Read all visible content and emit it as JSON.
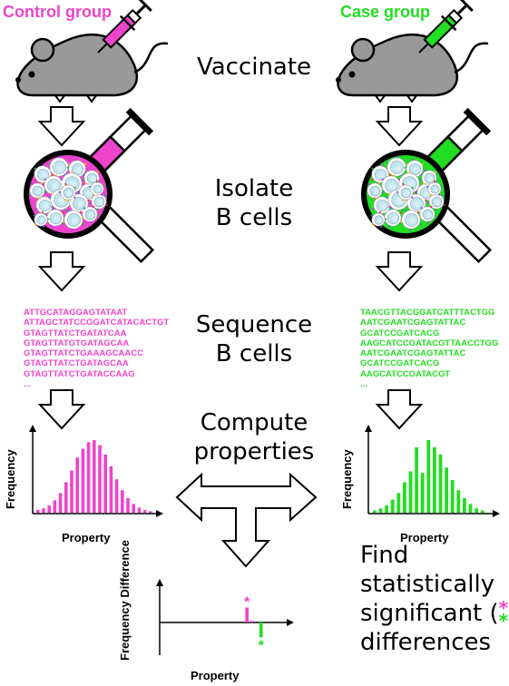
{
  "colors": {
    "control": "#ee44cc",
    "case": "#22dd22",
    "mouse_body": "#999999",
    "outline": "#000000"
  },
  "headers": {
    "control": "Control group",
    "case": "Case group"
  },
  "steps": {
    "vaccinate": "Vaccinate",
    "isolate": [
      "Isolate",
      "B cells"
    ],
    "sequence": [
      "Sequence",
      "B cells"
    ],
    "compute": [
      "Compute",
      "properties"
    ]
  },
  "find": {
    "line1": "Find",
    "line2": "statistically",
    "line3_before": "significant (",
    "line3_star_top": "*",
    "line3_star_bottom": "*",
    "line3_after": ")",
    "line4": "differences"
  },
  "sequences": {
    "control": [
      "ATTGCATAGGAGTATAAT",
      "ATTAGCTATCCGGATCATACACTGT",
      "GTAGTTATCTGATATCAA",
      "GTAGTTATGTGATAGCAA",
      "GTAGTTATCTGAAAGCAACC",
      "GTAGTTATCTGATAGCAA",
      "GTAGTTATCTGATACCAAG",
      "..."
    ],
    "case": [
      "TAACGTTACGGATCATTTACTGG",
      "AATCGAATCGAGTATTAC",
      "GCATCCGATCACG",
      "AAGCATCCGATACGTTAACCTGG",
      "AATCGAATCGAGTATTAC",
      "GCATCCGATCACG",
      "AAGCATCCGATACGT",
      "..."
    ]
  },
  "chart_data": [
    {
      "type": "bar",
      "series": [
        {
          "name": "Control group",
          "color": "#ee44cc"
        }
      ],
      "xlabel": "Property",
      "ylabel": "Frequency",
      "values": [
        0.04,
        0.06,
        0.1,
        0.17,
        0.27,
        0.42,
        0.58,
        0.76,
        0.88,
        0.97,
        1.0,
        0.93,
        0.8,
        0.64,
        0.46,
        0.31,
        0.2,
        0.12,
        0.07,
        0.04,
        0.02
      ]
    },
    {
      "type": "bar",
      "series": [
        {
          "name": "Case group",
          "color": "#22dd22"
        }
      ],
      "xlabel": "Property",
      "ylabel": "Frequency",
      "values": [
        0.03,
        0.06,
        0.1,
        0.18,
        0.27,
        0.42,
        0.57,
        0.9,
        0.55,
        1.0,
        0.9,
        0.8,
        0.62,
        0.45,
        0.31,
        0.2,
        0.12,
        0.06,
        0.03
      ]
    },
    {
      "type": "bar",
      "xlabel": "Property",
      "ylabel": "Frequency Difference",
      "values": [
        0.0,
        0.0,
        0.0,
        0.0,
        0.0,
        0.0,
        0.0,
        0.0,
        0.0,
        0.0,
        0.0,
        0.0,
        0.0,
        0.0,
        0.0,
        0.0,
        0.0,
        0.55,
        0.06,
        0.0,
        -0.55,
        0.0,
        0.0,
        0.0,
        0.0,
        0.0
      ],
      "annotations": [
        {
          "index": 17,
          "text": "*",
          "color": "#ee44cc"
        },
        {
          "index": 20,
          "text": "*",
          "color": "#22dd22"
        }
      ]
    }
  ]
}
